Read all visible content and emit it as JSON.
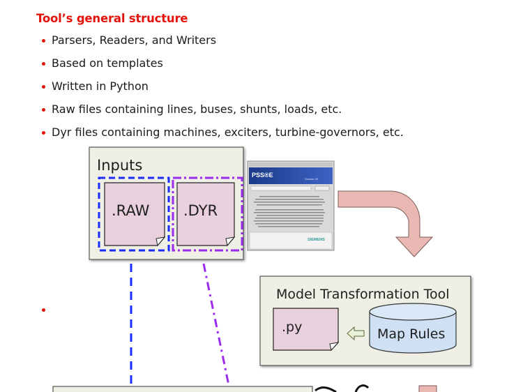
{
  "slide": {
    "heading": "Tool’s general structure",
    "bullets": [
      "Parsers, Readers, and Writers",
      "Based on templates",
      "Written in Python",
      "Raw files containing lines, buses, shunts, loads, etc.",
      "Dyr files containing machines, exciters, turbine-governors, etc."
    ]
  },
  "diagram": {
    "inputs_label": "Inputs",
    "raw_label": ".RAW",
    "dyr_label": ".DYR",
    "tool_label": "Model Transformation Tool",
    "py_label": ".py",
    "map_rules_label": "Map Rules",
    "splash": {
      "logo": "PSS®E",
      "version": "Version 33",
      "brand": "SIEMENS"
    }
  },
  "colors": {
    "accent_red": "#e3120b",
    "file_fill": "#e8d0dc",
    "box_fill": "#efefe6",
    "raw_dash": "#1a2bff",
    "dyr_dash": "#9a2bef",
    "db_fill": "#cfe0f4",
    "arrow_fill": "#e9b8b2"
  }
}
